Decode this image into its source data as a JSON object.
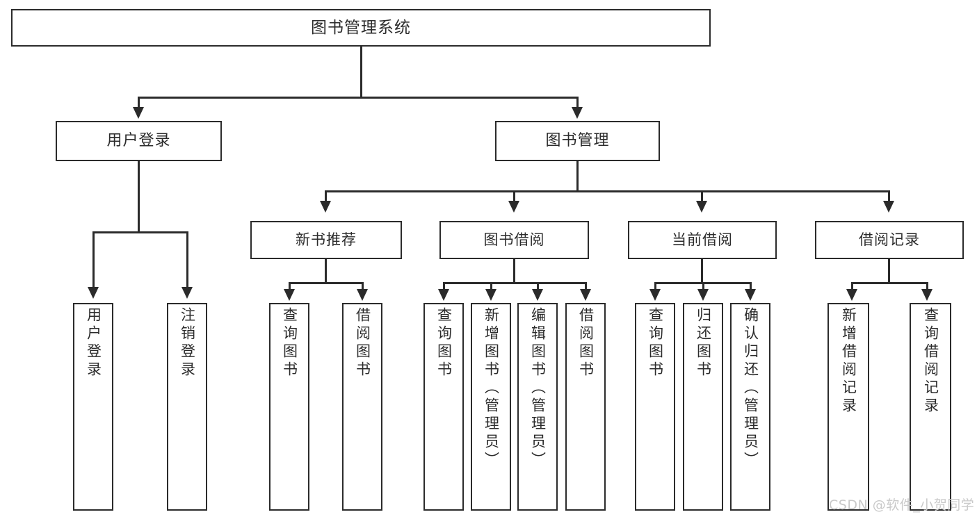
{
  "diagram": {
    "title": "图书管理系统",
    "watermark": "CSDN @软件_小贺同学",
    "root": {
      "label": "图书管理系统"
    },
    "level1": [
      {
        "id": "user-login",
        "label": "用户登录"
      },
      {
        "id": "book-manage",
        "label": "图书管理"
      }
    ],
    "level2": [
      {
        "id": "new-book-recommend",
        "label": "新书推荐"
      },
      {
        "id": "book-borrow",
        "label": "图书借阅"
      },
      {
        "id": "current-borrow",
        "label": "当前借阅"
      },
      {
        "id": "borrow-record",
        "label": "借阅记录"
      }
    ],
    "leaves": {
      "user_login": [
        {
          "id": "leaf-user-login",
          "label": "用户登录"
        },
        {
          "id": "leaf-logout-login",
          "label": "注销登录"
        }
      ],
      "new_book_recommend": [
        {
          "id": "leaf-query-book-1",
          "label": "查询图书"
        },
        {
          "id": "leaf-borrow-book-1",
          "label": "借阅图书"
        }
      ],
      "book_borrow": [
        {
          "id": "leaf-query-book-2",
          "label": "查询图书"
        },
        {
          "id": "leaf-add-book",
          "label": "新增图书（管理员）"
        },
        {
          "id": "leaf-edit-book",
          "label": "编辑图书（管理员）"
        },
        {
          "id": "leaf-borrow-book-2",
          "label": "借阅图书"
        }
      ],
      "current_borrow": [
        {
          "id": "leaf-query-book-3",
          "label": "查询图书"
        },
        {
          "id": "leaf-return-book",
          "label": "归还图书"
        },
        {
          "id": "leaf-confirm-return",
          "label": "确认归还（管理员）"
        }
      ],
      "borrow_record": [
        {
          "id": "leaf-add-record",
          "label": "新增借阅记录"
        },
        {
          "id": "leaf-query-record",
          "label": "查询借阅记录"
        }
      ]
    },
    "colors": {
      "stroke": "#2b2b2b",
      "background": "#ffffff",
      "watermark": "#c9c9c9"
    }
  }
}
